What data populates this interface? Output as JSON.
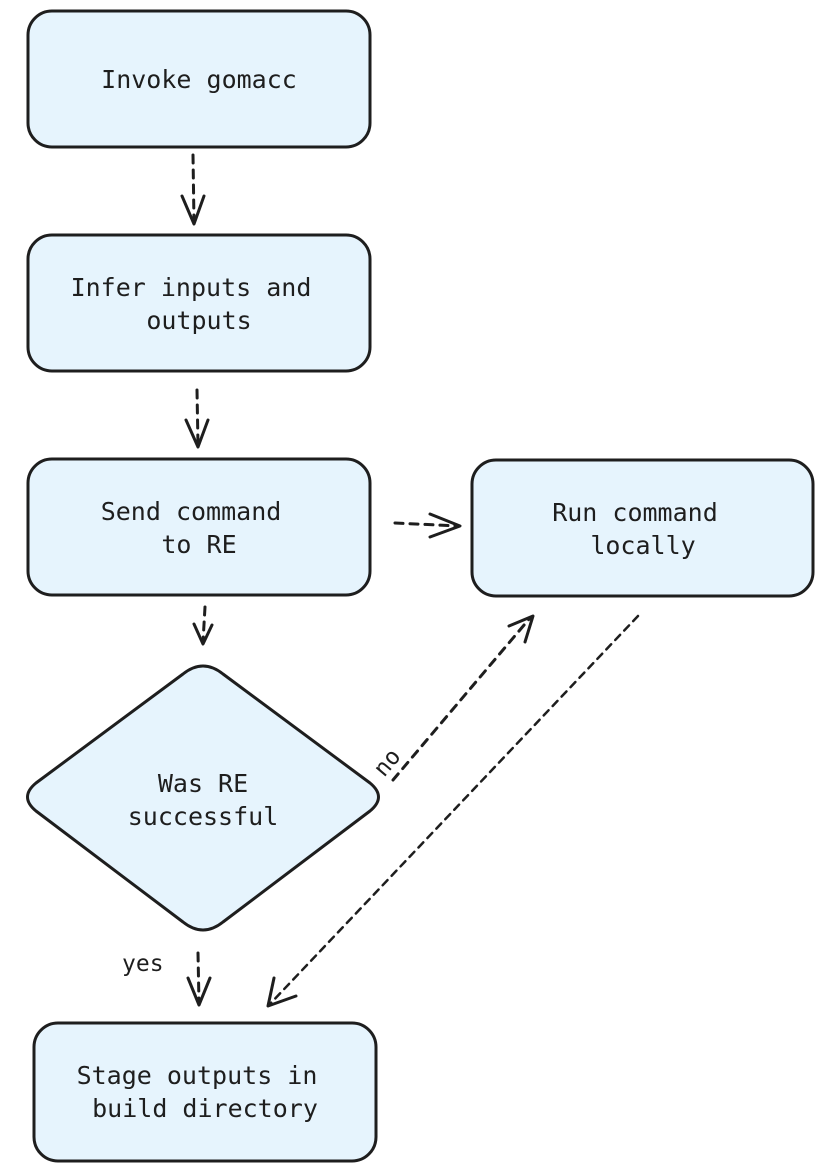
{
  "nodes": {
    "invoke": {
      "lines": [
        "Invoke gomacc"
      ]
    },
    "infer": {
      "lines": [
        "Infer inputs and",
        "outputs"
      ]
    },
    "send": {
      "lines": [
        "Send command",
        "to RE"
      ]
    },
    "run_local": {
      "lines": [
        "Run command",
        "locally"
      ]
    },
    "decision": {
      "lines": [
        "Was RE",
        "successful"
      ]
    },
    "stage": {
      "lines": [
        "Stage outputs in",
        "build directory"
      ]
    }
  },
  "edges": {
    "no_label": "no",
    "yes_label": "yes"
  },
  "colors": {
    "node_fill": "#e6f4fd",
    "stroke": "#1e1e1e"
  }
}
